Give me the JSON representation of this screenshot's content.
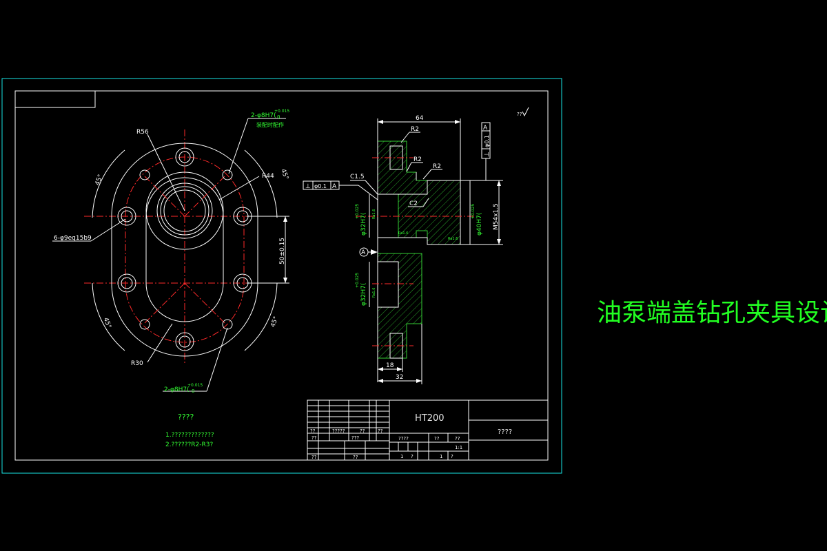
{
  "title": "油泵端盖钻孔夹具设计",
  "front_view": {
    "r56": "R56",
    "r44": "R44",
    "r30": "R30",
    "angle_left_top": "45°",
    "angle_right_top": "45°",
    "angle_left_bottom": "45°",
    "angle_right_bottom": "45°",
    "hole_callout": "6-φ9eq15b9",
    "pin_top": "2-φ8H7(",
    "pin_top_tol": "+0.015",
    "pin_top_tol2": "0",
    "pin_top_note": "装配时配作",
    "pin_bottom": "2-φ8H7(",
    "pin_bottom_tol": "+0.015",
    "pin_bottom_tol2": "0",
    "center_dist": "50±0.15"
  },
  "section_view": {
    "dim_64": "64",
    "dim_18": "18",
    "dim_32": "32",
    "r2_a": "R2",
    "r2_b": "R2",
    "r2_c": "R2",
    "c15": "C1.5",
    "c2": "C2",
    "perp_left": "⊥",
    "perp_left_val": "φ0.1",
    "perp_left_ref": "A",
    "perp_right": "⊥",
    "perp_right_val": "φ0.1",
    "perp_right_ref": "A",
    "datum": "A",
    "bore_left_upper": "φ32H7(",
    "bore_left_upper_tol": "+0.025",
    "bore_left_lower": "φ32H7(",
    "bore_left_lower_tol": "+0.025",
    "bore_right": "φ40H7(",
    "bore_right_tol": "+0.025",
    "thread": "M54x1.5",
    "rough_1": "Ra1.6",
    "rough_2": "Ra1.6",
    "rough_3": "Ra1.6",
    "rough_4": "Ra1.6",
    "rough_corner": "??"
  },
  "notes": {
    "heading": "????",
    "line1": "1.?????????????",
    "line2": "2.??????R2-R3?"
  },
  "title_block": {
    "material": "HT200",
    "name": "????",
    "r1c1": "??",
    "r1c2": "?????",
    "r1c3": "??",
    "r1c4": "??",
    "r2c1": "??",
    "r2c2": "???",
    "r2c3": "????",
    "r2c4": "??",
    "r2c5": "??",
    "r3c1": "??",
    "r3c2": "??",
    "scale": "1:1",
    "sheet1": "1",
    "sheet2": "?",
    "sheet3": "1",
    "sheet4": "?"
  }
}
